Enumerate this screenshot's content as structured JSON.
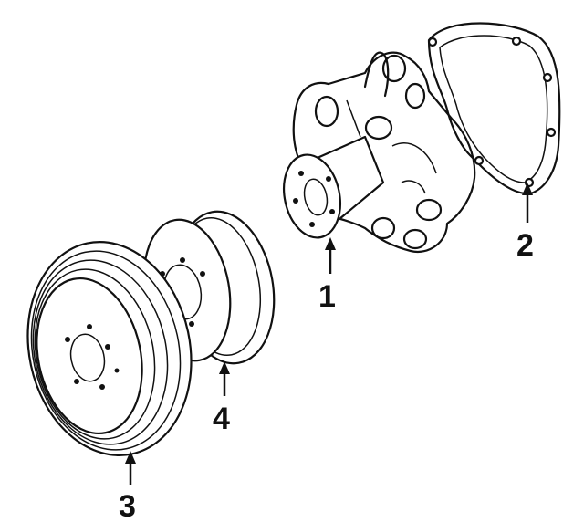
{
  "callouts": {
    "water_pump": "1",
    "gasket": "2",
    "crank_pulley": "3",
    "pump_pulley": "4"
  }
}
